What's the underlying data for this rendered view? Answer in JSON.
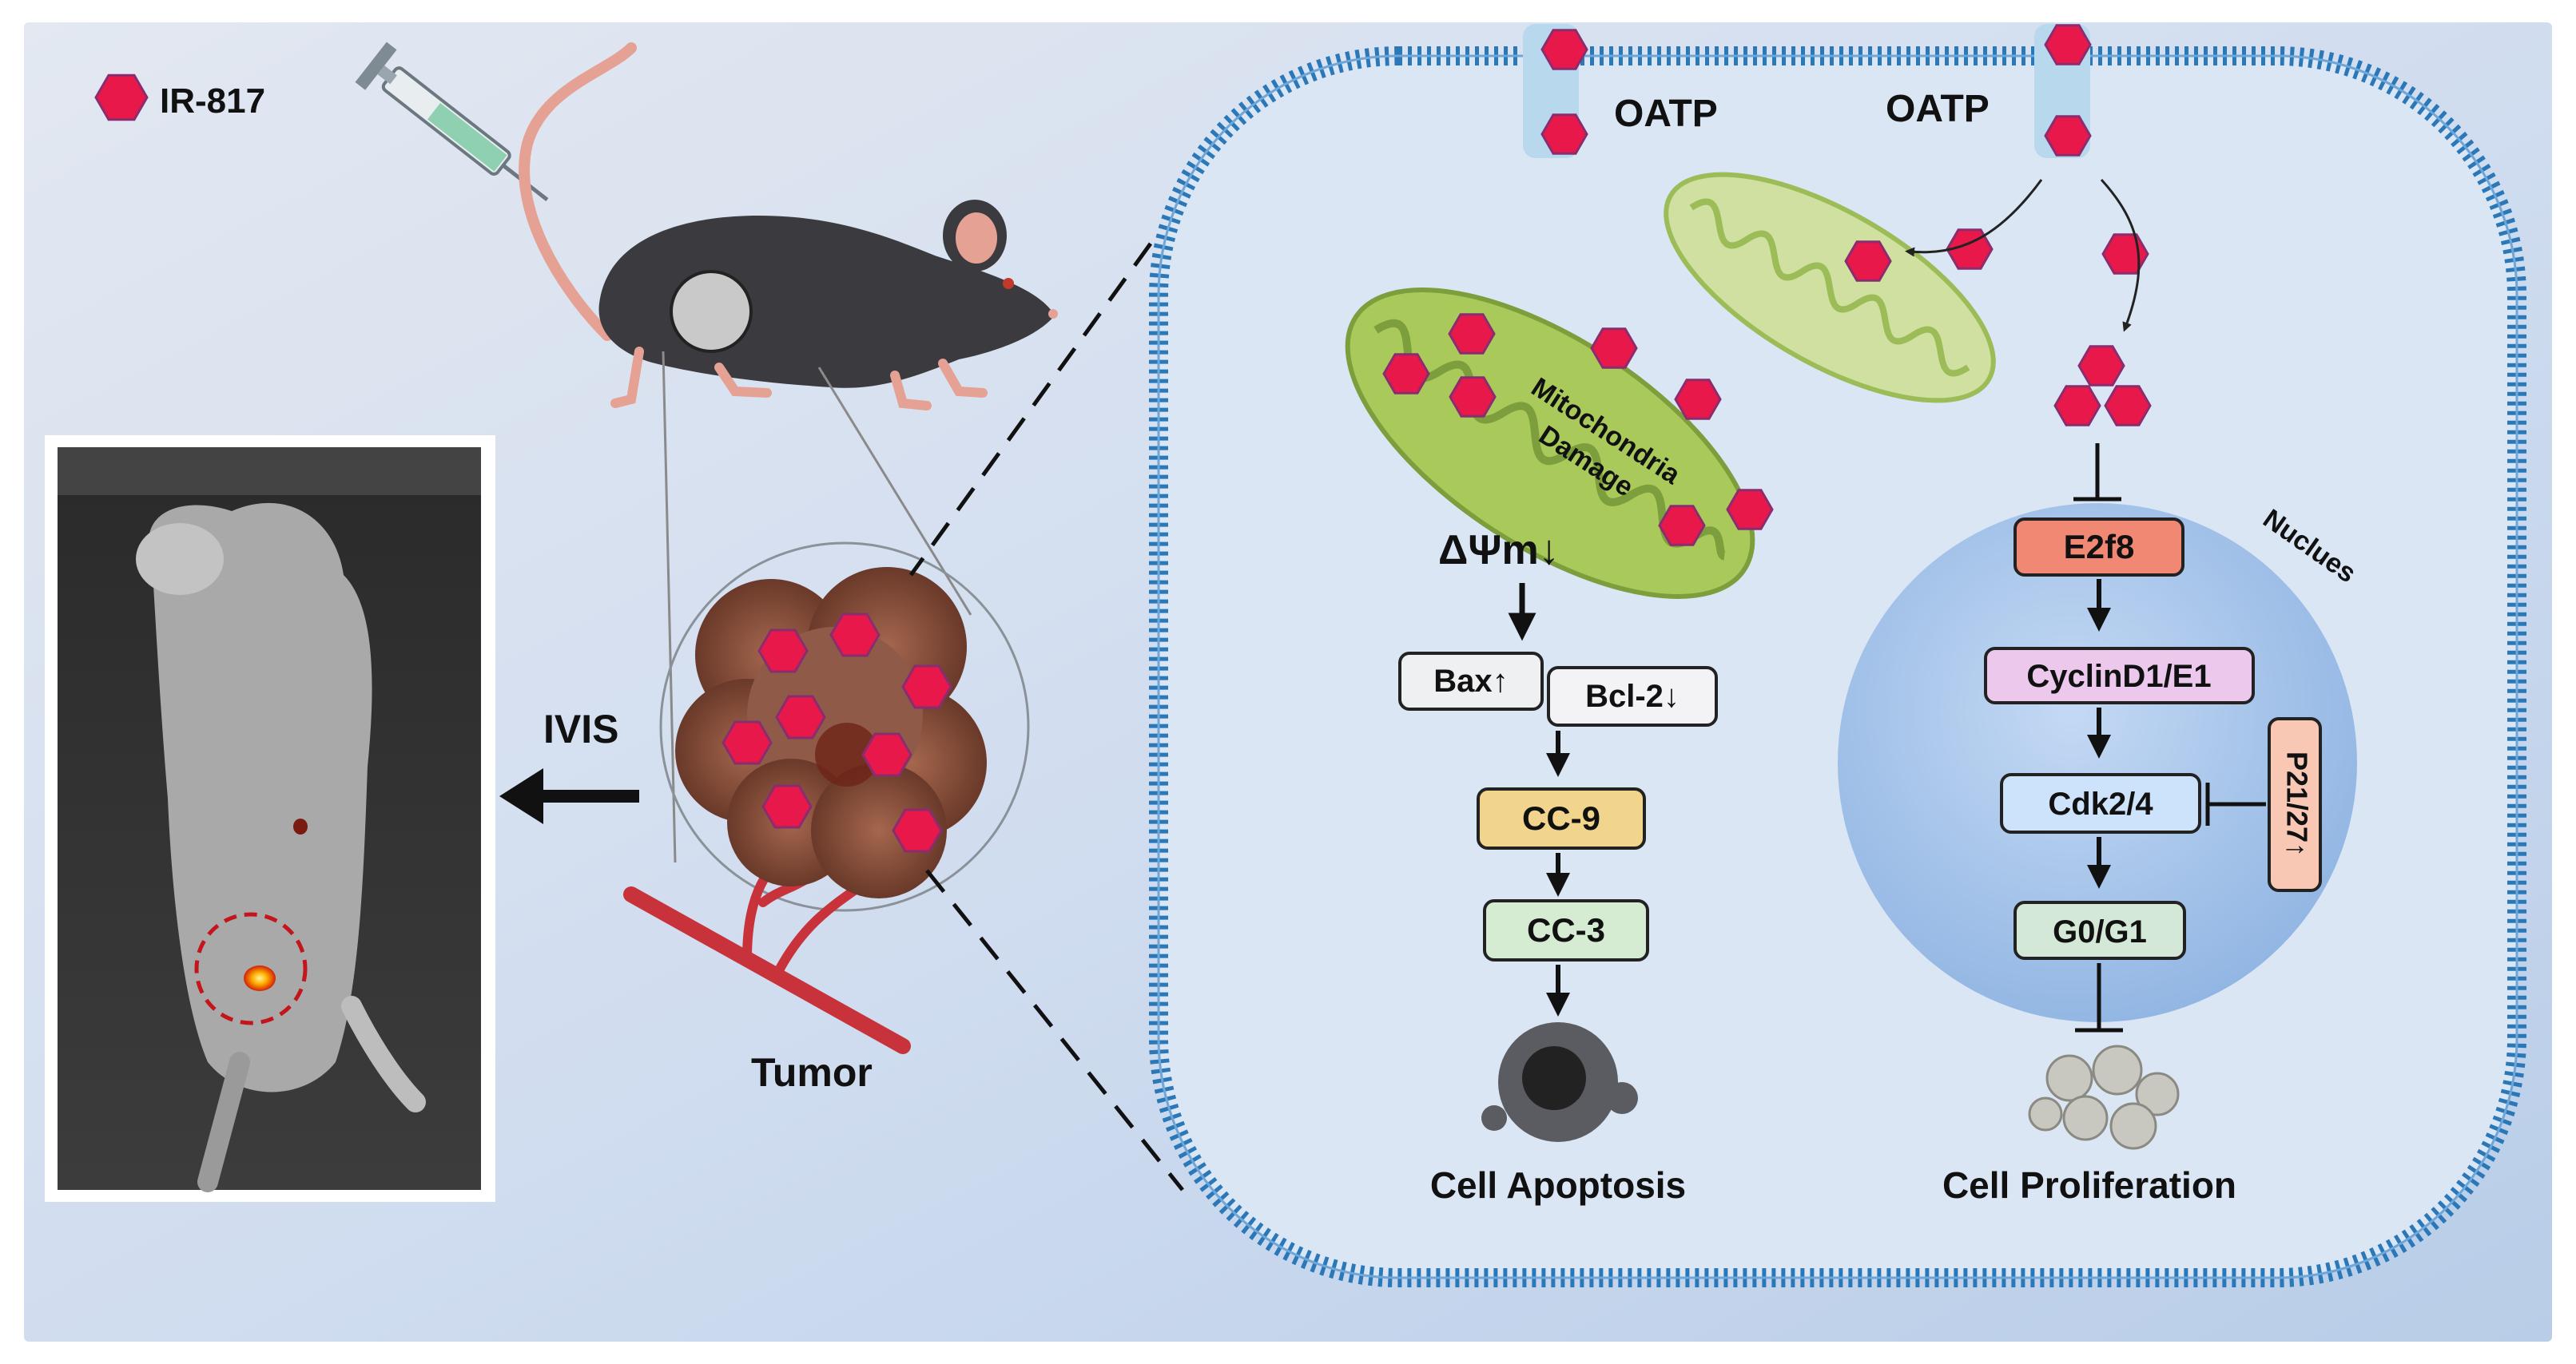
{
  "legend": {
    "label": "IR-817"
  },
  "left": {
    "imaging_label": "IVIS",
    "tumor_label": "Tumor"
  },
  "cell": {
    "transporter_left": "OATP",
    "transporter_right": "OATP",
    "mito_label_line1": "Mitochondria",
    "mito_label_line2": "Damage",
    "membrane_potential": "ΔΨm↓",
    "nucleus_label": "Nuclues",
    "apoptosis": {
      "bax": "Bax↑",
      "bcl2": "Bcl-2↓",
      "cc9": "CC-9",
      "cc3": "CC-3",
      "outcome": "Cell Apoptosis"
    },
    "proliferation": {
      "e2f8": "E2f8",
      "cyclin": "CyclinD1/E1",
      "cdk": "Cdk2/4",
      "g0g1": "G0/G1",
      "p21": "P21/27↑",
      "outcome": "Cell  Proliferation"
    }
  },
  "colors": {
    "ir817": "#e8194a",
    "ir817_stroke": "#8a2d6e",
    "membrane": "#2a78b8",
    "cc9_fill": "#f2d58c",
    "cc3_fill": "#d5ecd2",
    "e2f8_fill": "#f08873",
    "cyclin_fill": "#ecc9ec",
    "cdk_fill": "#cde2fb",
    "p21_fill": "#f8c8b4",
    "mito_fill": "#a9c95a",
    "nucleus_fill": "#9ec1ea"
  }
}
